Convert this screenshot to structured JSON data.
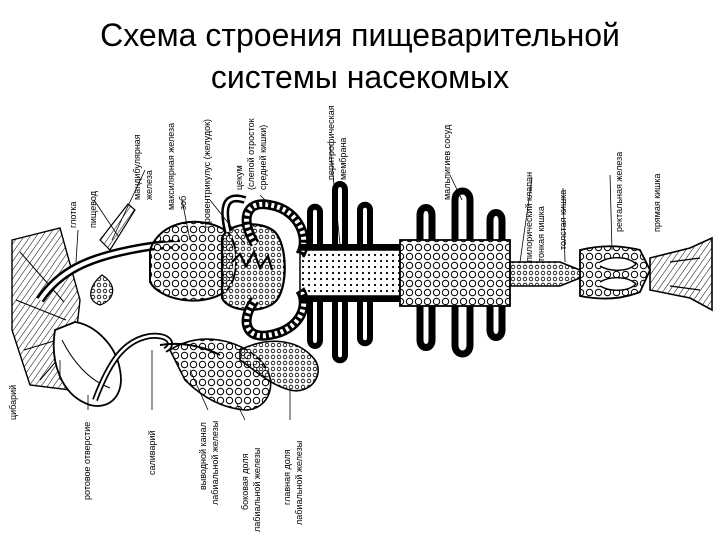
{
  "title": {
    "line1": "Схема строения пищеварительной",
    "line2": "системы насекомых"
  },
  "labels": {
    "glotka": "глотка",
    "pischevod": "пищевод",
    "mandibular_1": "мандибулярная",
    "mandibular_2": "железа",
    "maxillar_1": "максилярная железа",
    "maxillar_2": "зоб",
    "proventriculus": "провентрикулус (желудок)",
    "caecum_1": "цекум",
    "caecum_2": "(слепой отросток",
    "caecum_3": "средней кишки)",
    "peritrophic_1": "перитрофическая",
    "peritrophic_2": "мембрана",
    "malpighian": "мальпигиев сосуд",
    "pyloric_1": "пилорический клапан",
    "pyloric_2": "тонкая кишка",
    "colon": "толстая кишка",
    "rectal_1": "ректальная железа",
    "rectal_2": "прямая кишка",
    "cibarium": "цибарий",
    "mouth": "ротовое отверстие",
    "salivarium": "саливарий",
    "labial_duct_1": "выводной канал",
    "labial_duct_2": "лабиальной железы",
    "labial_side_1": "боковая доля",
    "labial_side_2": "лабиальной железы",
    "labial_main_1": "главная доля",
    "labial_main_2": "лабиальной железы"
  }
}
